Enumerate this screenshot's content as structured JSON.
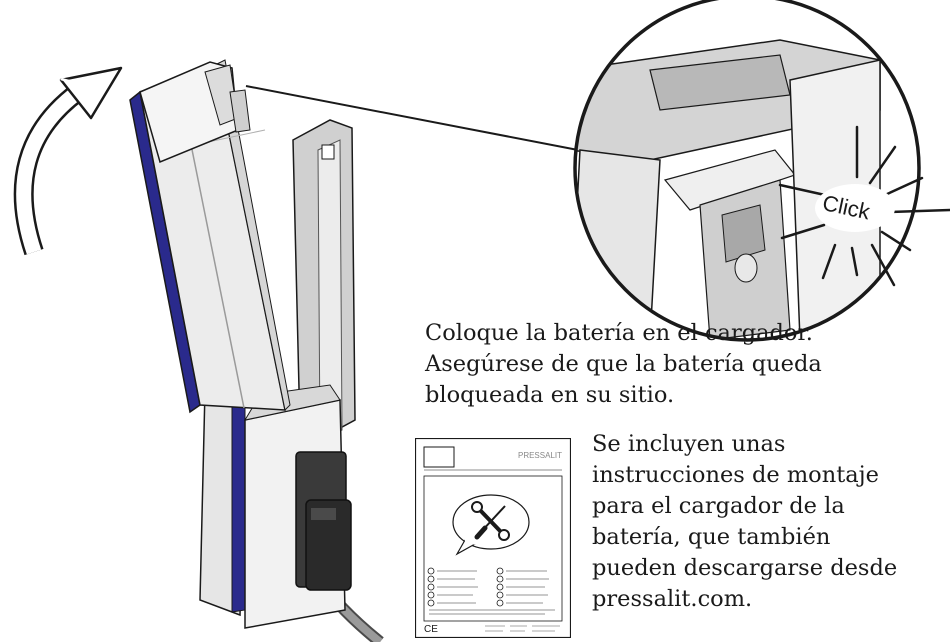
{
  "colors": {
    "ink": "#1a1a1a",
    "charger_blue": "#2a2a8c",
    "panel_light": "#ededed",
    "panel_mid": "#d6d6d6",
    "panel_dark": "#a6a6a6"
  },
  "callout": {
    "click_label": "Click"
  },
  "instruction": {
    "lines": [
      "Coloque la batería en el cargador.",
      "Asegúrese de que la batería queda",
      "bloqueada en su sitio."
    ]
  },
  "manual_note": {
    "lines": [
      "Se incluyen unas",
      "instrucciones de montaje",
      "para el cargador de la",
      "batería, que también",
      "pueden descargarse desde",
      "pressalit.com."
    ]
  },
  "manual_thumbnail": {
    "brand": "PRESSALIT",
    "icon": "wrench-screwdriver-icon",
    "ce_mark": "CE"
  }
}
